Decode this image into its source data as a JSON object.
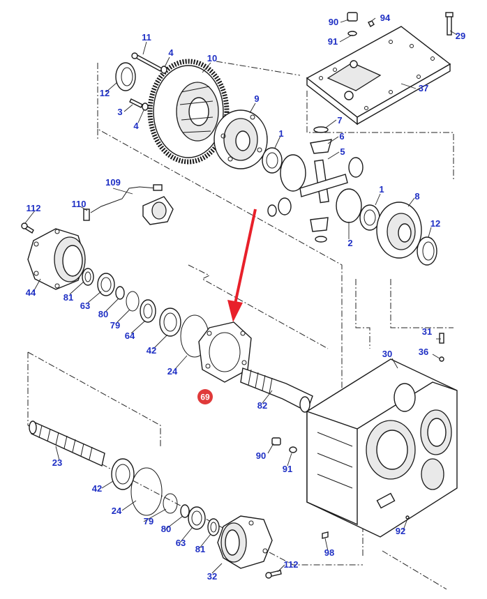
{
  "diagram": {
    "callouts": [
      {
        "id": "c90a",
        "text": "90"
      },
      {
        "id": "c94",
        "text": "94"
      },
      {
        "id": "c91a",
        "text": "91"
      },
      {
        "id": "c29",
        "text": "29"
      },
      {
        "id": "c37",
        "text": "37"
      },
      {
        "id": "c11",
        "text": "11"
      },
      {
        "id": "c4a",
        "text": "4"
      },
      {
        "id": "c10",
        "text": "10"
      },
      {
        "id": "c12a",
        "text": "12"
      },
      {
        "id": "c3",
        "text": "3"
      },
      {
        "id": "c4b",
        "text": "4"
      },
      {
        "id": "c9",
        "text": "9"
      },
      {
        "id": "c7",
        "text": "7"
      },
      {
        "id": "c6",
        "text": "6"
      },
      {
        "id": "c5",
        "text": "5"
      },
      {
        "id": "c1a",
        "text": "1"
      },
      {
        "id": "c1b",
        "text": "1"
      },
      {
        "id": "c8",
        "text": "8"
      },
      {
        "id": "c2",
        "text": "2"
      },
      {
        "id": "c12b",
        "text": "12"
      },
      {
        "id": "c109",
        "text": "109"
      },
      {
        "id": "c110",
        "text": "110"
      },
      {
        "id": "c112a",
        "text": "112"
      },
      {
        "id": "c44",
        "text": "44"
      },
      {
        "id": "c81a",
        "text": "81"
      },
      {
        "id": "c63a",
        "text": "63"
      },
      {
        "id": "c80a",
        "text": "80"
      },
      {
        "id": "c79a",
        "text": "79"
      },
      {
        "id": "c64",
        "text": "64"
      },
      {
        "id": "c42a",
        "text": "42"
      },
      {
        "id": "c24a",
        "text": "24"
      },
      {
        "id": "c82",
        "text": "82"
      },
      {
        "id": "c31",
        "text": "31"
      },
      {
        "id": "c36",
        "text": "36"
      },
      {
        "id": "c30",
        "text": "30"
      },
      {
        "id": "c23",
        "text": "23"
      },
      {
        "id": "c90b",
        "text": "90"
      },
      {
        "id": "c91b",
        "text": "91"
      },
      {
        "id": "c42b",
        "text": "42"
      },
      {
        "id": "c24b",
        "text": "24"
      },
      {
        "id": "c79b",
        "text": "79"
      },
      {
        "id": "c80b",
        "text": "80"
      },
      {
        "id": "c63b",
        "text": "63"
      },
      {
        "id": "c81b",
        "text": "81"
      },
      {
        "id": "c92",
        "text": "92"
      },
      {
        "id": "c98",
        "text": "98"
      },
      {
        "id": "c112b",
        "text": "112"
      },
      {
        "id": "c32",
        "text": "32"
      }
    ],
    "highlight": {
      "text": "69",
      "badge_color": "#e03a3a",
      "arrow_color": "#e8202a"
    },
    "label_color": "#1e2fc4"
  }
}
